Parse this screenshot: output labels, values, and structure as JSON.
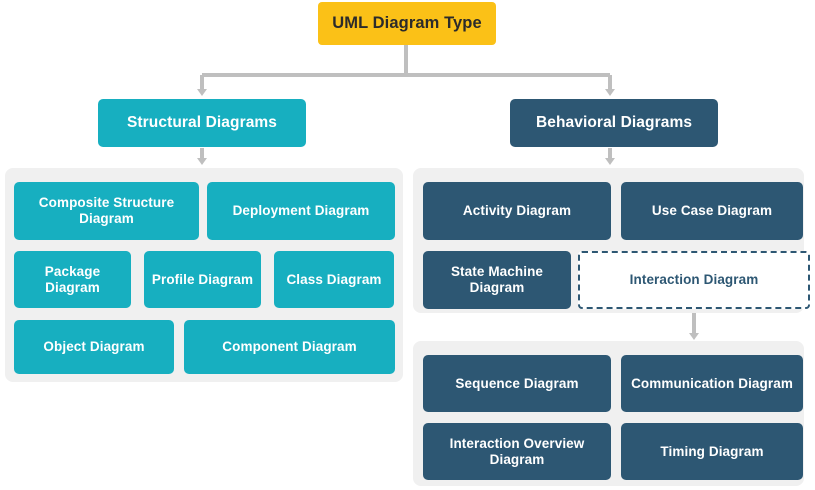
{
  "diagram": {
    "title": "UML Diagram Type",
    "type": "hierarchy-tree",
    "colors": {
      "root": "#FBC117",
      "structural": "#17AFC0",
      "behavioral": "#2D5773",
      "panel_background": "#F0F0F0",
      "connector": "#BFBFBF",
      "page_background": "#FFFFFF"
    }
  },
  "root": {
    "label": "UML Diagram Type"
  },
  "categories": [
    {
      "label": "Structural Diagrams"
    },
    {
      "label": "Behavioral Diagrams"
    }
  ],
  "structural": {
    "header": "Structural Diagrams",
    "items": [
      {
        "label": "Composite Structure Diagram"
      },
      {
        "label": "Deployment Diagram"
      },
      {
        "label": "Package Diagram"
      },
      {
        "label": "Profile Diagram"
      },
      {
        "label": "Class Diagram"
      },
      {
        "label": "Object Diagram"
      },
      {
        "label": "Component Diagram"
      }
    ]
  },
  "behavioral": {
    "header": "Behavioral Diagrams",
    "items": [
      {
        "label": "Activity Diagram"
      },
      {
        "label": "Use Case Diagram"
      },
      {
        "label": "State Machine Diagram"
      },
      {
        "label": "Interaction Diagram"
      }
    ]
  },
  "interaction": {
    "parent": "Interaction Diagram",
    "items": [
      {
        "label": "Sequence Diagram"
      },
      {
        "label": "Communication Diagram"
      },
      {
        "label": "Interaction Overview Diagram"
      },
      {
        "label": "Timing Diagram"
      }
    ]
  }
}
